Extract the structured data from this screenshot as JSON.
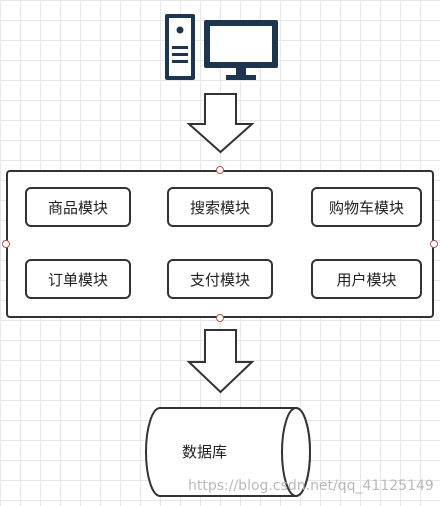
{
  "icons": {
    "computer": "desktop-computer-icon",
    "color": "#1e3550"
  },
  "modules": [
    {
      "label": "商品模块"
    },
    {
      "label": "搜索模块"
    },
    {
      "label": "购物车模块"
    },
    {
      "label": "订单模块"
    },
    {
      "label": "支付模块"
    },
    {
      "label": "用户模块"
    }
  ],
  "database": {
    "label": "数据库"
  },
  "watermark": "https://blog.csdn.net/qq_41125149",
  "colors": {
    "stroke": "#333333",
    "handle": "#b85450",
    "grid": "#e6e6e6"
  }
}
